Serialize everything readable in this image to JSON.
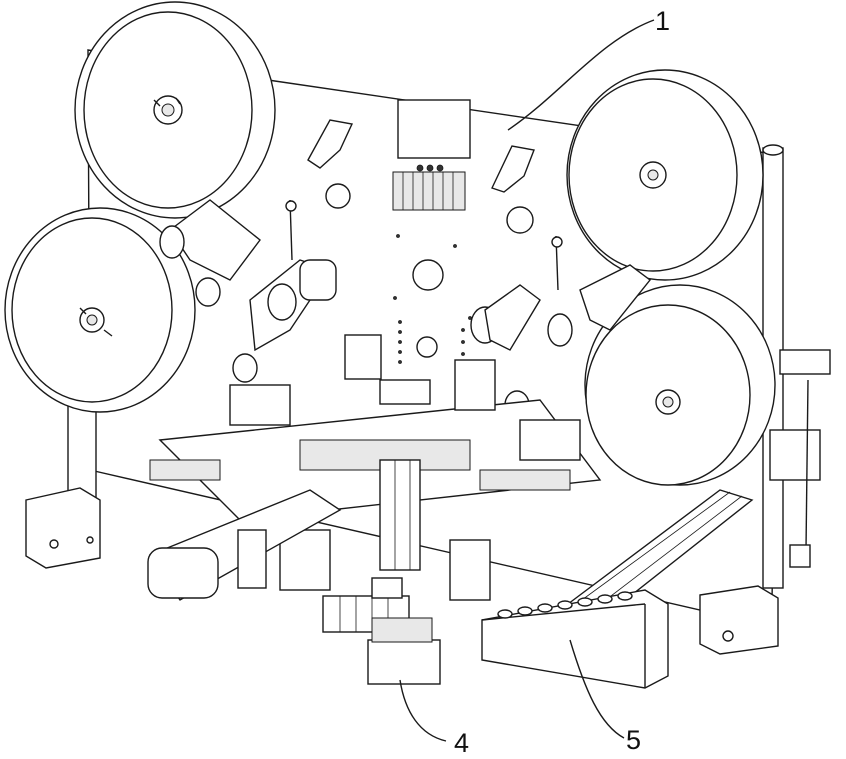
{
  "figure": {
    "type": "patent-mechanical-drawing",
    "callouts": [
      {
        "id": "frame-panel",
        "label": "1"
      },
      {
        "id": "cylinder-assembly",
        "label": "4"
      },
      {
        "id": "collection-box",
        "label": "5"
      }
    ]
  }
}
